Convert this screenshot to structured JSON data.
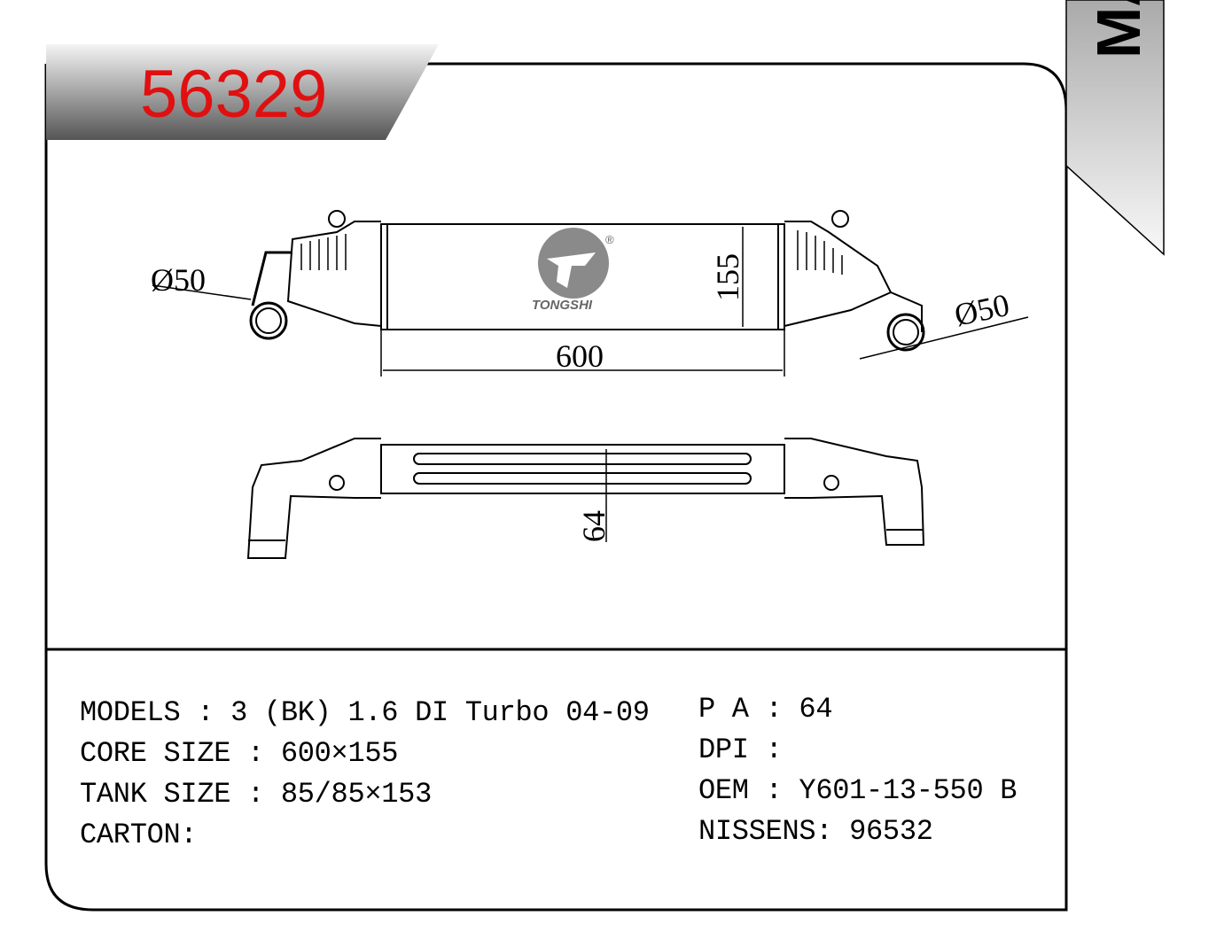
{
  "header": {
    "part_number": "56329",
    "side_brand": "MA"
  },
  "drawing": {
    "inlet_diameter": "Ø50",
    "outlet_diameter": "Ø50",
    "core_height": "155",
    "core_width": "600",
    "core_thickness": "64",
    "logo_text": "TONGSHI",
    "logo_mark": "®"
  },
  "specs": {
    "left": [
      "MODELS : 3 (BK) 1.6 DI Turbo 04-09",
      "CORE SIZE : 600×155",
      "TANK SIZE : 85/85×153",
      "CARTON:"
    ],
    "right": [
      "P A : 64",
      "DPI :",
      "OEM : Y601-13-550 B",
      "NISSENS: 96532"
    ]
  }
}
